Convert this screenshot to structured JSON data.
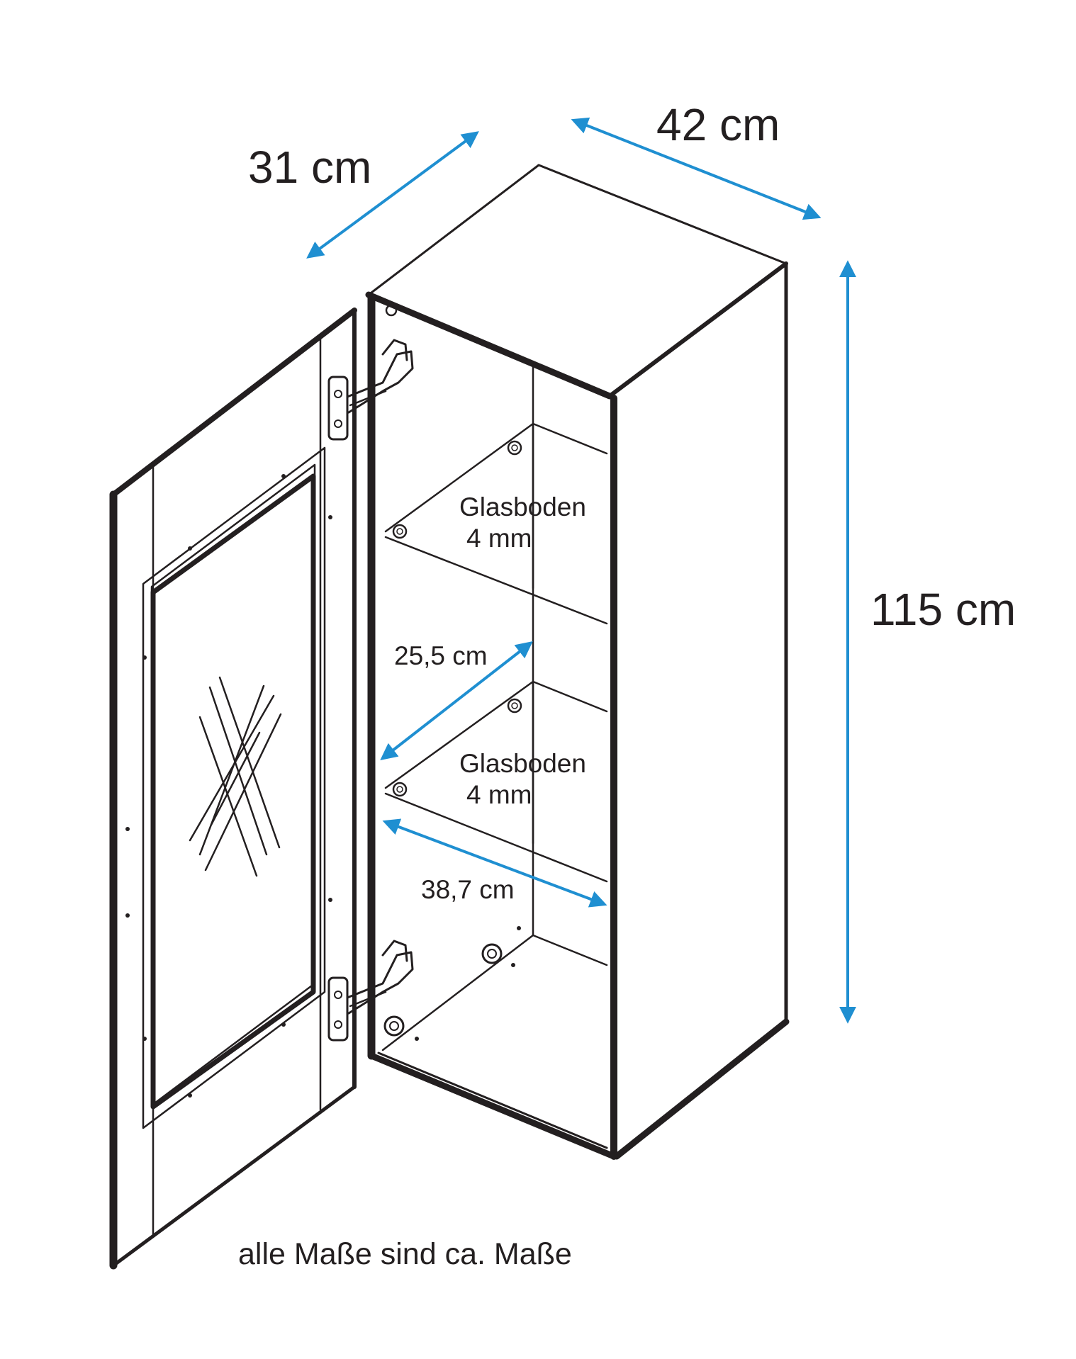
{
  "dimensions": {
    "depth": "31 cm",
    "width": "42 cm",
    "height": "115 cm",
    "shelf_spacing": "25,5 cm",
    "inner_width": "38,7 cm"
  },
  "shelves": [
    {
      "name": "Glasboden",
      "thickness": "4 mm"
    },
    {
      "name": "Glasboden",
      "thickness": "4 mm"
    }
  ],
  "note": "alle Maße sind ca. Maße",
  "colors": {
    "ink": "#231f20",
    "dimension_arrow": "#1f8fd1",
    "background": "#ffffff"
  }
}
